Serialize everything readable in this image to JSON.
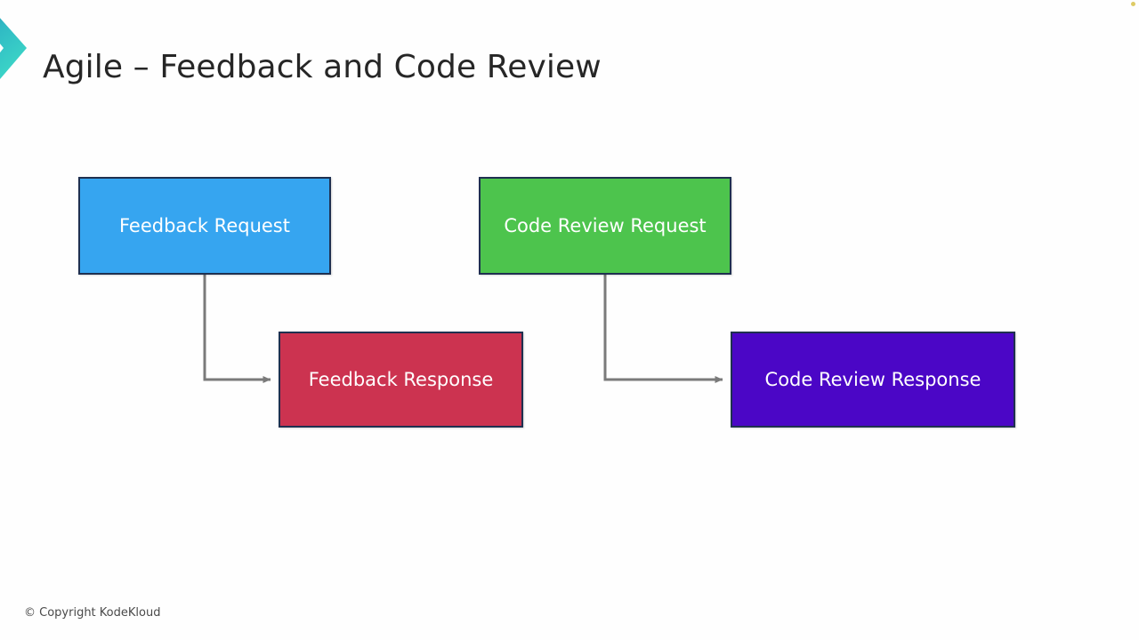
{
  "slide": {
    "title": "Agile – Feedback and Code Review",
    "background_color": "#fefefe",
    "title_color": "#262626"
  },
  "branding": {
    "chevron_icon": "chevron-right-icon",
    "chevron_gradient_start": "#1f6f9e",
    "chevron_gradient_end": "#3fdcc8"
  },
  "diagram": {
    "type": "flow",
    "node_border_color": "#1f3050",
    "connector_color": "#7a7a7a",
    "nodes": [
      {
        "id": "feedback-request",
        "label": "Feedback Request",
        "color": "#36a5f0"
      },
      {
        "id": "code-review-request",
        "label": "Code Review Request",
        "color": "#4dc44d"
      },
      {
        "id": "feedback-response",
        "label": "Feedback Response",
        "color": "#cc3350"
      },
      {
        "id": "code-review-response",
        "label": "Code Review Response",
        "color": "#4b06c6"
      }
    ],
    "connectors": [
      {
        "id": "feedback-request-to-feedback-response",
        "from": "feedback-request",
        "to": "feedback-response",
        "style": "elbow-arrow"
      },
      {
        "id": "code-review-request-to-code-review-response",
        "from": "code-review-request",
        "to": "code-review-response",
        "style": "elbow-arrow"
      }
    ]
  },
  "footer": {
    "copyright": "© Copyright KodeKloud",
    "color": "#4a4a4a"
  }
}
